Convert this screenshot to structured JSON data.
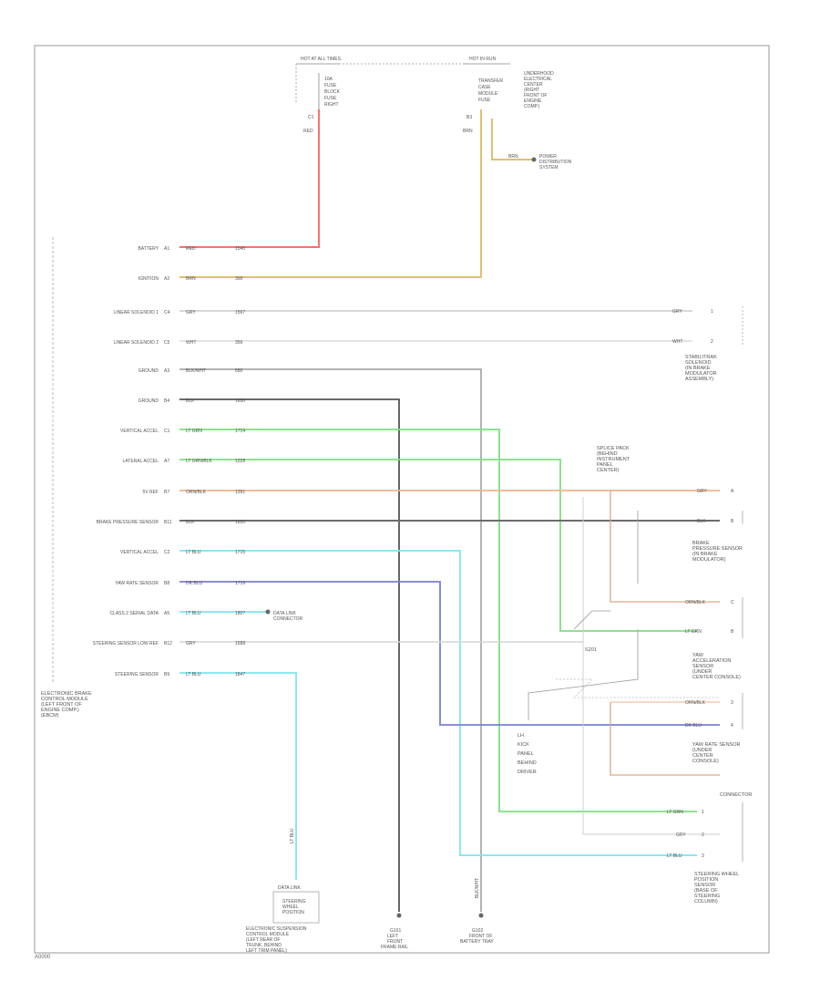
{
  "figure_id": "A0000",
  "top_fuses": [
    {
      "id": "fuse-1",
      "header": "HOT AT ALL TIMES",
      "lines": [
        "10A",
        "FUSE",
        "BLOCK",
        "FUSE",
        "RIGHT"
      ],
      "pin": "C1",
      "color_code": "RED"
    },
    {
      "id": "fuse-2",
      "header": "HOT IN RUN",
      "lines": [
        "TRANSFER",
        "CASE",
        "MODULE",
        "FUSE"
      ],
      "pin": "B3",
      "color_code": "BRN"
    }
  ],
  "top_right_note": [
    "UNDERHOOD",
    "ELECTRICAL",
    "CENTER",
    "(RIGHT",
    "FRONT OF",
    "ENGINE",
    "COMP.)"
  ],
  "power_dist": {
    "wire": "BRN",
    "lines": [
      "POWER",
      "DISTRIBUTION",
      "SYSTEM"
    ]
  },
  "module_lines": [
    "ELECTRONIC BRAKE",
    "CONTROL MODULE",
    "(LEFT FRONT OF",
    "ENGINE COMP.)",
    "(EBCM)"
  ],
  "pins": [
    {
      "label": "BATTERY",
      "pin": "A1",
      "color": "RED",
      "circuit": "1540"
    },
    {
      "label": "IGNITION",
      "pin": "A2",
      "color": "BRN",
      "circuit": "300"
    },
    {
      "label": "LINEAR SOLENOID 1",
      "pin": "C4",
      "color": "GRY",
      "circuit": "1567"
    },
    {
      "label": "LINEAR SOLENOID 2",
      "pin": "C5",
      "color": "WHT",
      "circuit": "356"
    },
    {
      "label": "GROUND",
      "pin": "A3",
      "color": "BLK/WHT",
      "circuit": "650"
    },
    {
      "label": "GROUND",
      "pin": "B4",
      "color": "BLK",
      "circuit": "1650"
    },
    {
      "label": "VERTICAL ACCEL",
      "pin": "C1",
      "color": "LT GRN",
      "circuit": "1714"
    },
    {
      "label": "LATERAL ACCEL",
      "pin": "A7",
      "color": "LT GRN/BLK",
      "circuit": "1228"
    },
    {
      "label": "5V REF",
      "pin": "B7",
      "color": "ORN/BLK",
      "circuit": "1391"
    },
    {
      "label": "BRAKE PRESSURE SENSOR",
      "pin": "B11",
      "color": "BLK",
      "circuit": "1850"
    },
    {
      "label": "VERTICAL ACCEL",
      "pin": "C2",
      "color": "LT BLU",
      "circuit": "1715"
    },
    {
      "label": "YAW RATE SENSOR",
      "pin": "B8",
      "color": "DK BLU",
      "circuit": "1716"
    },
    {
      "label": "CLASS 2 SERIAL DATA",
      "pin": "A5",
      "color": "LT BLU",
      "circuit": "1807"
    },
    {
      "label": "STEERING SENSOR LOW REF",
      "pin": "B12",
      "color": "GRY",
      "circuit": "1588"
    },
    {
      "label": "STEERING SENSOR",
      "pin": "B9",
      "color": "LT BLU",
      "circuit": "1847"
    }
  ],
  "right_pins_top": [
    {
      "color": "GRY",
      "pin": "1"
    },
    {
      "color": "WHT",
      "pin": "2"
    }
  ],
  "brake_pressure_pins": [
    {
      "color": "GRY",
      "pin": "A"
    },
    {
      "color": "BLK",
      "pin": "B"
    }
  ],
  "yaw_pins": [
    {
      "color": "ORN/BLK",
      "pin": "C"
    },
    {
      "color": "LT GRN",
      "pin": "B"
    }
  ],
  "lateral_pins": [
    {
      "color": "ORN/BLK",
      "pin": "3"
    },
    {
      "color": "DK BLU",
      "pin": "4"
    }
  ],
  "steering_pins": [
    {
      "color": "LT GRN",
      "pin": "1"
    },
    {
      "color": "GRY",
      "pin": "2"
    },
    {
      "color": "LT BLU",
      "pin": "3"
    }
  ],
  "components": {
    "solenoid": [
      "STABILITRAK",
      "SOLENOID",
      "(IN BRAKE",
      "MODULATOR",
      "ASSEMBLY)"
    ],
    "splice_bank": [
      "SPLICE PACK",
      "(BEHIND",
      "INSTRUMENT",
      "PANEL",
      "CENTER)"
    ],
    "brake_pressure": [
      "BRAKE",
      "PRESSURE SENSOR",
      "(IN BRAKE",
      "MODULATOR)"
    ],
    "yaw_sensor": [
      "YAW",
      "ACCELERATION",
      "SENSOR",
      "(UNDER",
      "CENTER CONSOLE)"
    ],
    "lateral_sensor": [
      "YAW RATE SENSOR",
      "(UNDER",
      "CENTER",
      "CONSOLE)"
    ],
    "connector": "CONNECTOR",
    "steering_sensor": [
      "STEERING WHEEL",
      "POSITION",
      "SENSOR",
      "(BASE OF",
      "STEERING",
      "COLUMN)"
    ],
    "center_block": [
      "LH",
      "KICK",
      "PANEL",
      "BEHIND",
      "DRIVER"
    ],
    "splice": "S201"
  },
  "class2": [
    "DATA LINK",
    "CONNECTOR"
  ],
  "bottom": {
    "dlc": {
      "wire": "LT BLU",
      "color": "LT BLU",
      "box": "DATA LINK",
      "lines": [
        "STEERING",
        "WHEEL",
        "POSITION"
      ],
      "note": [
        "ELECTRONIC SUSPENSION",
        "CONTROL MODULE",
        "(LEFT REAR OF",
        "TRUNK, BEHIND",
        "LEFT TRIM PANEL)"
      ]
    },
    "g1": {
      "lines": [
        "G101",
        "LEFT",
        "FRONT",
        "FRAME RAIL"
      ]
    },
    "g2": {
      "wire": "BLK/WHT",
      "lines": [
        "G102",
        "FRONT OF",
        "BATTERY TRAY"
      ]
    }
  }
}
